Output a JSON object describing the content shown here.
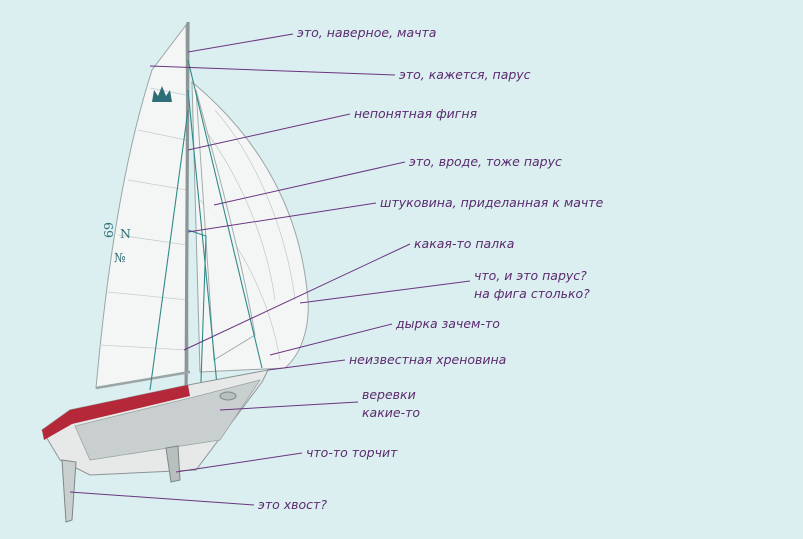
{
  "colors": {
    "background": "#dbeef0",
    "label_text": "#5a2a6e",
    "leader_line": "#6b3580",
    "hull_stripe": "#b5283a",
    "rigging": "#2f8a8a"
  },
  "sail_marks": {
    "letter": "N",
    "number_sign": "№",
    "class_digits": "69"
  },
  "labels": [
    {
      "id": "mast",
      "text": "это, наверное, мачта"
    },
    {
      "id": "sail-main",
      "text": "это, кажется, парус"
    },
    {
      "id": "unknown-thing",
      "text": "непонятная фигня"
    },
    {
      "id": "sail-jib",
      "text": "это, вроде, тоже парус"
    },
    {
      "id": "mast-attachment",
      "text": "штуковина, приделанная к мачте"
    },
    {
      "id": "stick",
      "text": "какая-то палка"
    },
    {
      "id": "spinnaker-line1",
      "text": "что, и это парус?"
    },
    {
      "id": "spinnaker-line2",
      "text": "на фига столько?"
    },
    {
      "id": "hole",
      "text": "дырка зачем-то"
    },
    {
      "id": "unknown-device",
      "text": "неизвестная хреновина"
    },
    {
      "id": "ropes-line1",
      "text": "веревки"
    },
    {
      "id": "ropes-line2",
      "text": "какие-то"
    },
    {
      "id": "keel",
      "text": "что-то торчит"
    },
    {
      "id": "rudder",
      "text": "это хвост?"
    }
  ]
}
